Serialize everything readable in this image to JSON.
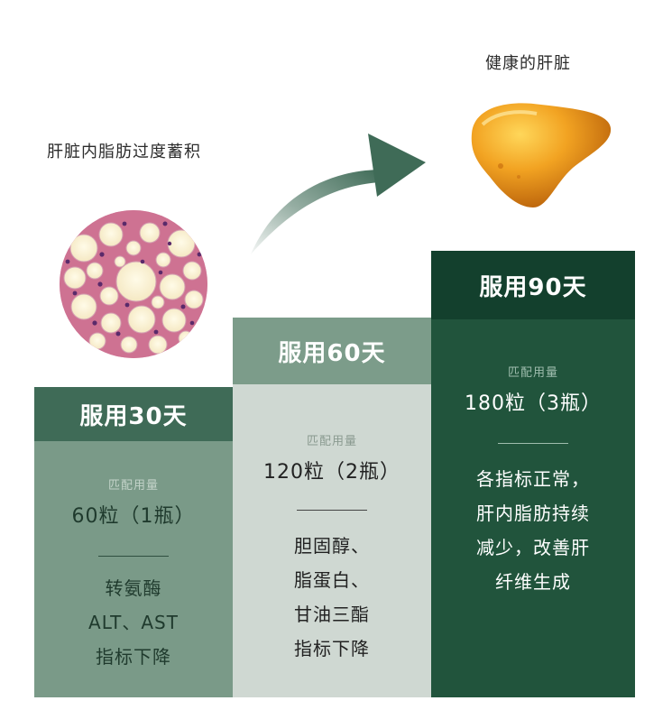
{
  "captions": {
    "fatty_liver": "肝脏内脂肪过度蓄积",
    "healthy_liver": "健康的肝脏"
  },
  "columns": [
    {
      "title": "服用30天",
      "dosage_label": "匹配用量",
      "quantity": "60粒（1瓶）",
      "effects": [
        "转氨酶",
        "ALT、AST",
        "指标下降"
      ]
    },
    {
      "title": "服用60天",
      "dosage_label": "匹配用量",
      "quantity": "120粒（2瓶）",
      "effects": [
        "胆固醇、",
        "脂蛋白、",
        "甘油三酯",
        "指标下降"
      ]
    },
    {
      "title": "服用90天",
      "dosage_label": "匹配用量",
      "quantity": "180粒（3瓶）",
      "effects": [
        "各指标正常，",
        "肝内脂肪持续",
        "减少，改善肝",
        "纤维生成"
      ]
    }
  ],
  "colors": {
    "col1_head": "#3f6b57",
    "col1_body": "#7a9a88",
    "col2_head": "#7c9c8a",
    "col2_body": "#cfd8d2",
    "col3_head": "#13402d",
    "col3_body": "#21543c",
    "arrow": "#3f6b57",
    "liver": "#e08a12"
  }
}
